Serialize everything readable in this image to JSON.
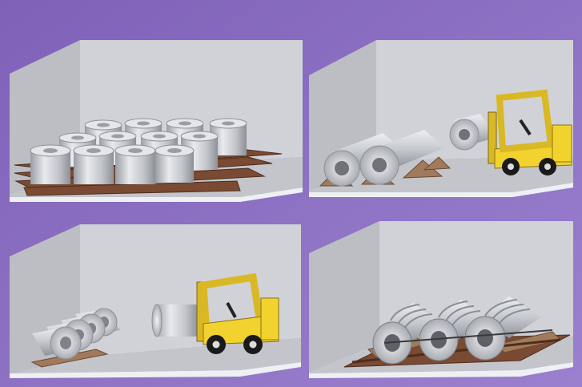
{
  "colors": {
    "background_purple": "#8a6fbf",
    "wall_left": "#bfc1c7",
    "wall_back": "#cfd1d6",
    "floor": "#c4c6cc",
    "floor_edge": "#eef0f3",
    "pallet_wood": "#7a4a32",
    "chock_wood": "#a07a5a",
    "coil_steel": "#c9ccd2",
    "coil_bore": "#8b8e95",
    "forklift_yellow": "#f2d22e",
    "tire_black": "#1a1a1a"
  },
  "panels": [
    {
      "id": "coils-upright-on-pallets",
      "description_icon": "upright-coils-icon"
    },
    {
      "id": "coils-on-chocks-forklift",
      "description_icon": "forklift-icon"
    },
    {
      "id": "coils-lying-forklift",
      "description_icon": "forklift-icon"
    },
    {
      "id": "coils-on-cradle-pallet",
      "description_icon": "cradle-coils-icon"
    }
  ]
}
